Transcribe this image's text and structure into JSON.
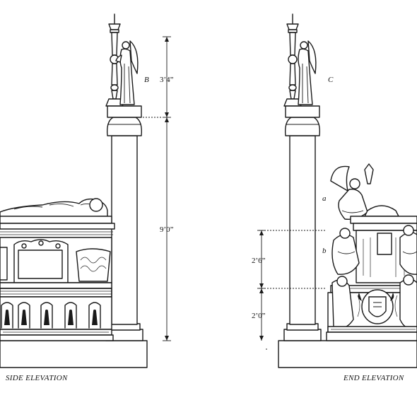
{
  "left_view": {
    "caption": "SIDE ELEVATION",
    "marker": "B",
    "dimensions": {
      "upper": "3’4”",
      "main": "9’0”"
    }
  },
  "right_view": {
    "caption": "END ELEVATION",
    "marker": "C",
    "sub_labels": {
      "a": "a",
      "b": "b"
    },
    "dimensions": {
      "upper": "2’6”",
      "lower": "2’0”"
    }
  },
  "icons": [
    "angel-statue-icon",
    "candlestick-icon",
    "effigy-icon",
    "column-icon"
  ]
}
